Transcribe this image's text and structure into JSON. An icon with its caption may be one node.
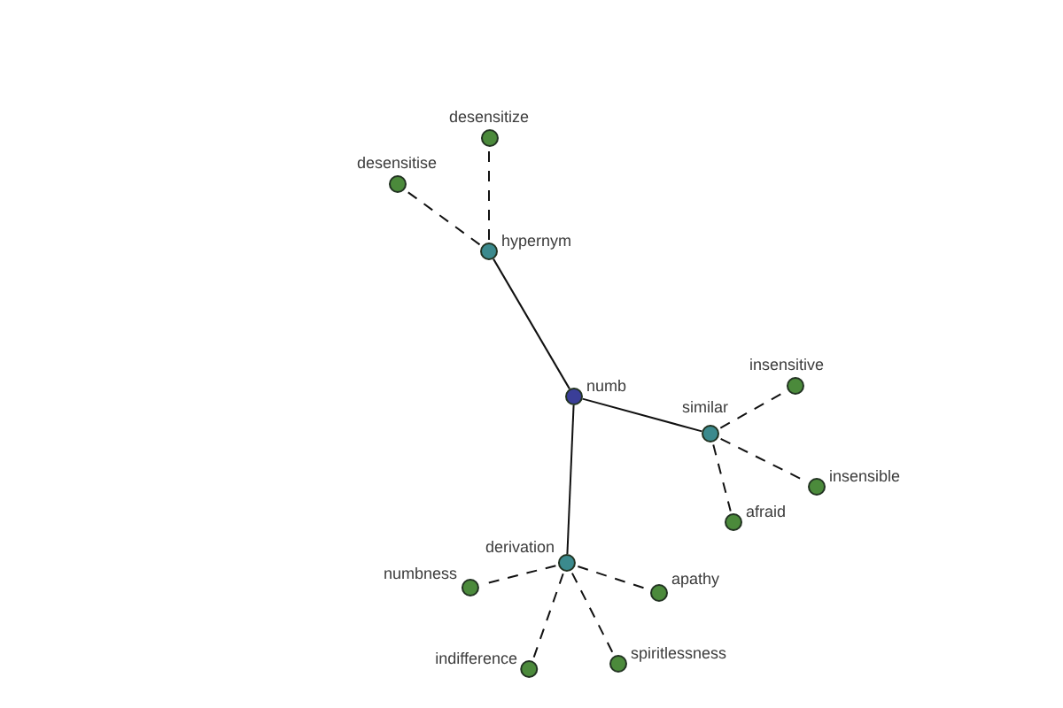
{
  "diagram": {
    "nodes": [
      {
        "text": [
          "desensitize"
        ]
      },
      {
        "text": [
          "desensitise"
        ]
      },
      {
        "text": [
          "hypernym"
        ]
      },
      {
        "text": [
          "numb"
        ]
      },
      {
        "text": [
          "similar"
        ]
      },
      {
        "text": [
          "insensitive"
        ]
      },
      {
        "text": [
          "insensible"
        ]
      },
      {
        "text": [
          "afraid"
        ]
      },
      {
        "text": [
          "derivation"
        ]
      },
      {
        "text": [
          "numbness"
        ]
      },
      {
        "text": [
          "apathy"
        ]
      },
      {
        "text": [
          "indifference"
        ]
      },
      {
        "text": [
          "spiritlessness"
        ]
      }
    ],
    "edges": [
      {
        "from": 3,
        "to": 2,
        "arrow": "none"
      },
      {
        "from": 2,
        "to": 0,
        "arrow": "none",
        "style": "dashed"
      },
      {
        "from": 2,
        "to": 1,
        "arrow": "none",
        "style": "dashed"
      },
      {
        "from": 3,
        "to": 4,
        "arrow": "none"
      },
      {
        "from": 4,
        "to": 5,
        "arrow": "none",
        "style": "dashed"
      },
      {
        "from": 4,
        "to": 6,
        "arrow": "none",
        "style": "dashed"
      },
      {
        "from": 4,
        "to": 7,
        "arrow": "none",
        "style": "dashed"
      },
      {
        "from": 3,
        "to": 8,
        "arrow": "none"
      },
      {
        "from": 8,
        "to": 9,
        "arrow": "none",
        "style": "dashed"
      },
      {
        "from": 8,
        "to": 10,
        "arrow": "none",
        "style": "dashed"
      },
      {
        "from": 8,
        "to": 11,
        "arrow": "none",
        "style": "dashed"
      },
      {
        "from": 8,
        "to": 12,
        "arrow": "none",
        "style": "dashed"
      }
    ]
  }
}
